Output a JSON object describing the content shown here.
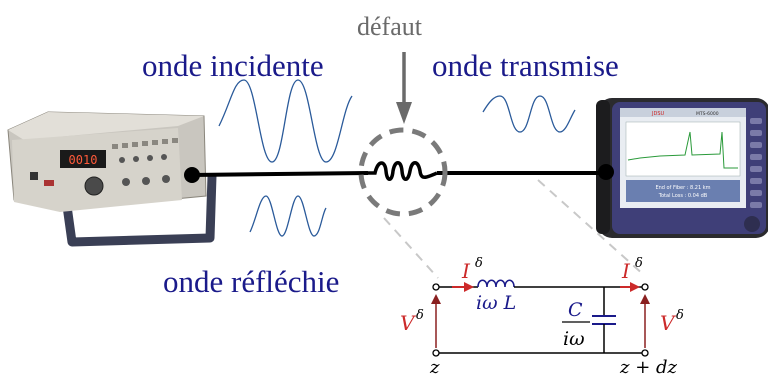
{
  "labels": {
    "defect": "défaut",
    "incident": "onde incidente",
    "transmitted": "onde transmise",
    "reflected": "onde réfléchie"
  },
  "circuit": {
    "current_symbol": "I",
    "voltage_symbol": "V",
    "superscript": "δ",
    "inductance": "iω L",
    "capacitance_num": "C",
    "capacitance_den": "iω",
    "pos_left": "z",
    "pos_right": "z + dz"
  },
  "device_screen": {
    "brand": "JDSU",
    "model": "MTS-6000",
    "status_line1": "End of Fiber : 8.21 km",
    "status_line2": "Total Loss : 0.04 dB"
  },
  "generator_display": "0010",
  "colors": {
    "label": "#1a1a8a",
    "wave": "#2a5a9a",
    "arrow_red": "#cc2a2a",
    "line": "#000000"
  }
}
